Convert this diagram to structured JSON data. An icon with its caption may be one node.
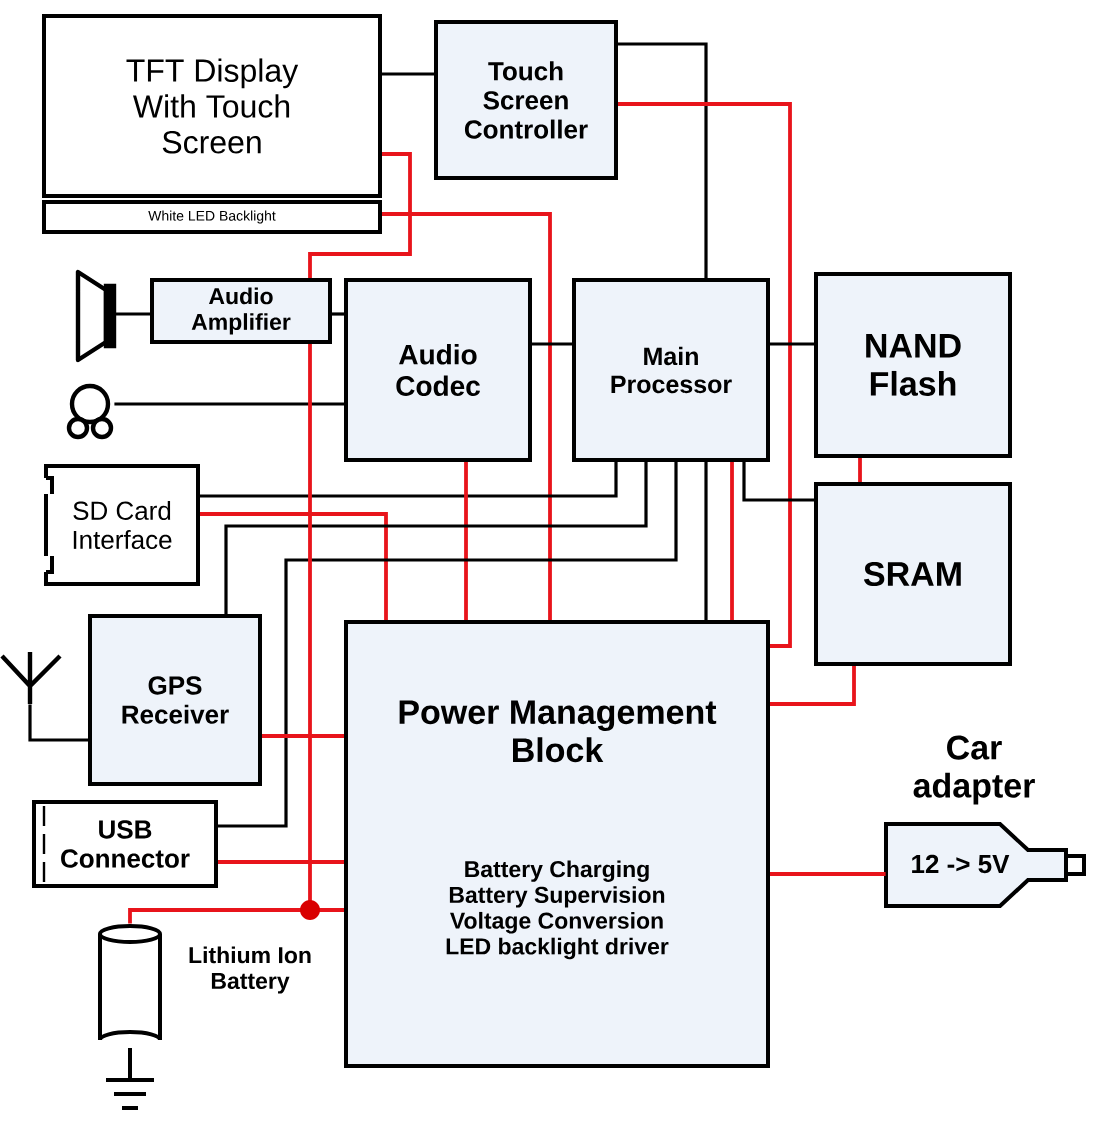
{
  "diagram": {
    "nodes": [
      {
        "text": [
          "TFT Display With Touch Screen"
        ]
      },
      {
        "text": [
          "White LED Backlight"
        ]
      },
      {
        "text": [
          "Touch Screen Controller"
        ]
      },
      {
        "text": [
          "Audio Amplifier"
        ]
      },
      {
        "text": [
          "Audio Codec"
        ]
      },
      {
        "text": [
          "Main Processor"
        ]
      },
      {
        "text": [
          "NAND Flash"
        ]
      },
      {
        "text": [
          "SRAM"
        ]
      },
      {
        "text": [
          "SD Card Interface"
        ]
      },
      {
        "text": [
          "GPS Receiver"
        ]
      },
      {
        "text": [
          "USB Connector"
        ]
      },
      {
        "text": [
          "Power Management Block",
          "Battery Charging Battery Supervision Voltage Conversion LED backlight driver"
        ]
      },
      {
        "text": [
          "Car adapter",
          "12 -> 5V"
        ]
      },
      {
        "text": [],
        "shape": "cylinder",
        "beside": [
          "Lithium Ion Battery"
        ]
      },
      {
        "text": [],
        "shape": "speaker"
      },
      {
        "text": [],
        "shape": "headphones"
      },
      {
        "text": [],
        "shape": "antenna"
      }
    ],
    "edges": [
      {
        "from": 0,
        "to": 2,
        "arrow": "none"
      },
      {
        "from": 2,
        "to": 5,
        "arrow": "none"
      },
      {
        "from": 2,
        "to": 11,
        "arrow": "none",
        "color": "#e8141b"
      },
      {
        "from": 0,
        "to": 3,
        "arrow": "none",
        "color": "#e8141b"
      },
      {
        "from": 1,
        "to": 11,
        "arrow": "none",
        "color": "#e8141b"
      },
      {
        "from": 14,
        "to": 3,
        "arrow": "none"
      },
      {
        "from": 3,
        "to": 4,
        "arrow": "none"
      },
      {
        "from": 15,
        "to": 4,
        "arrow": "none"
      },
      {
        "from": 4,
        "to": 5,
        "arrow": "none"
      },
      {
        "from": 5,
        "to": 6,
        "arrow": "none"
      },
      {
        "from": 6,
        "to": 7,
        "arrow": "none",
        "color": "#e8141b"
      },
      {
        "from": 5,
        "to": 7,
        "arrow": "none"
      },
      {
        "from": 8,
        "to": 5,
        "arrow": "none"
      },
      {
        "from": 8,
        "to": 11,
        "arrow": "none",
        "color": "#e8141b"
      },
      {
        "from": 4,
        "to": 11,
        "arrow": "none",
        "color": "#e8141b"
      },
      {
        "from": 9,
        "to": 5,
        "arrow": "none"
      },
      {
        "from": 10,
        "to": 5,
        "arrow": "none"
      },
      {
        "from": 5,
        "to": 11,
        "arrow": "none"
      },
      {
        "from": 5,
        "to": 11,
        "arrow": "none",
        "color": "#e8141b"
      },
      {
        "from": 7,
        "to": 11,
        "arrow": "none",
        "color": "#e8141b"
      },
      {
        "from": 16,
        "to": 9,
        "arrow": "none"
      },
      {
        "from": 9,
        "to": 11,
        "arrow": "none",
        "color": "#e8141b"
      },
      {
        "from": 10,
        "to": 11,
        "arrow": "none",
        "color": "#e8141b"
      },
      {
        "from": 3,
        "to": 11,
        "arrow": "none",
        "color": "#e8141b"
      },
      {
        "from": 13,
        "to": 11,
        "arrow": "none",
        "color": "#e8141b"
      },
      {
        "from": 11,
        "to": 12,
        "arrow": "none",
        "color": "#e8141b"
      }
    ]
  }
}
